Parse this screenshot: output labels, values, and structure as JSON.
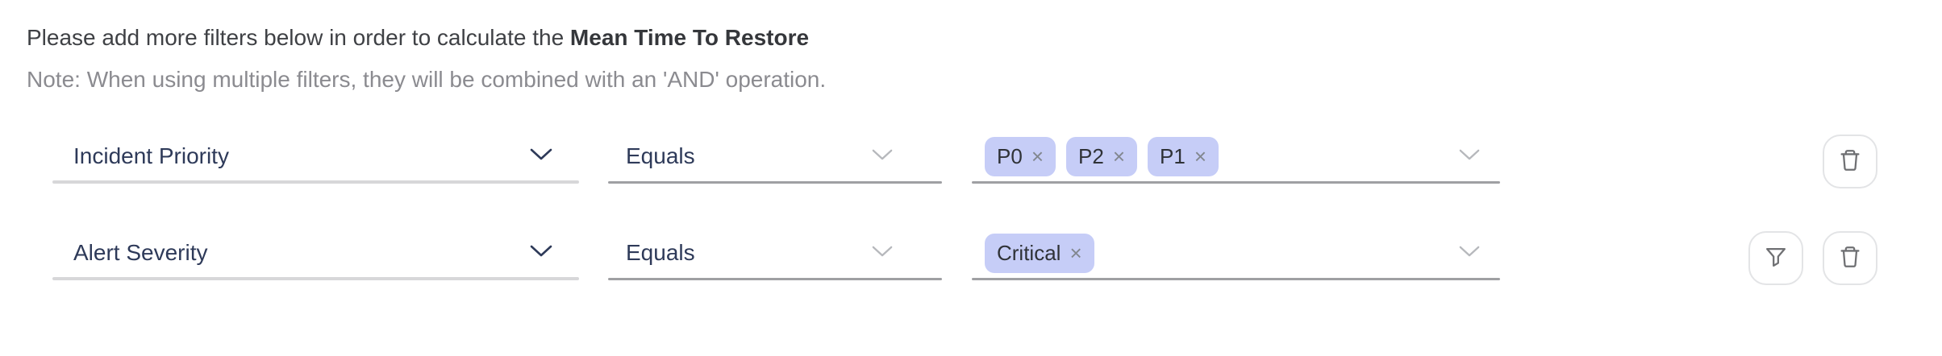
{
  "header": {
    "intro_text": "Please add more filters below in order to calculate the",
    "metric_name": "Mean Time To Restore",
    "note": "Note: When using multiple filters, they will be combined with an 'AND' operation."
  },
  "ui": {
    "remove_glyph": "×"
  },
  "colors": {
    "tag_background": "#c6cdf7",
    "field_label_text": "#2e3a59",
    "header_text": "#3f4145",
    "note_text": "#8b8b90",
    "icon_gray": "#6f7073"
  },
  "icons": {
    "attribute_chevron": "chevron-down-icon",
    "operator_chevron": "chevron-down-icon",
    "values_chevron": "chevron-down-icon",
    "delete": "trash-icon",
    "filter": "funnel-icon"
  },
  "filters": [
    {
      "attribute": "Incident Priority",
      "operator": "Equals",
      "values": [
        "P0",
        "P2",
        "P1"
      ],
      "actions": [
        "delete"
      ]
    },
    {
      "attribute": "Alert Severity",
      "operator": "Equals",
      "values": [
        "Critical"
      ],
      "actions": [
        "filter",
        "delete"
      ]
    }
  ]
}
